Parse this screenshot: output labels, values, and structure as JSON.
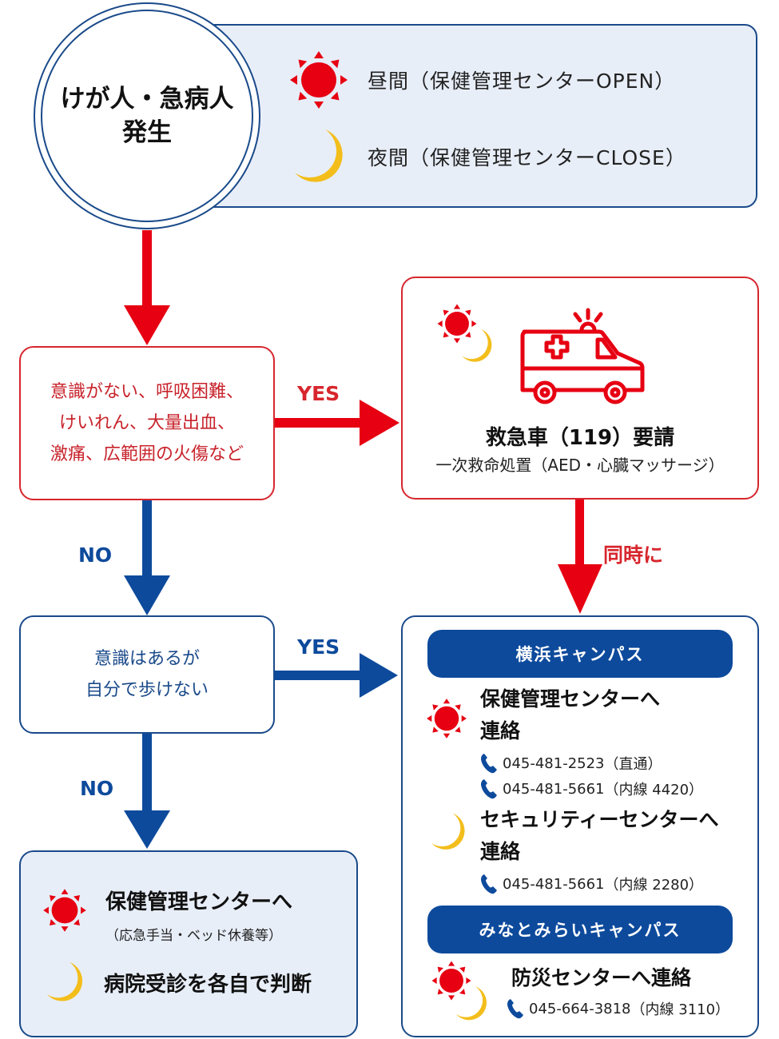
{
  "colors": {
    "red": "#d7262d",
    "blue": "#0d4a9c",
    "navy_border": "#1a4a8a",
    "light_blue_fill": "#e8eef8",
    "sun": "#e60012",
    "moon": "#f3be1c"
  },
  "start": {
    "line1": "けが人・急病人",
    "line2": "発生"
  },
  "legend": {
    "day": {
      "icon": "sun-icon",
      "label": "昼間（保健管理センターOPEN）"
    },
    "night": {
      "icon": "moon-icon",
      "label": "夜間（保健管理センターCLOSE）"
    }
  },
  "question1": {
    "lines": [
      "意識がない、呼吸困難、",
      "けいれん、大量出血、",
      "激痛、広範囲の火傷など"
    ],
    "yes_label": "YES",
    "no_label": "NO"
  },
  "ambulance": {
    "icons": [
      "sun-icon",
      "moon-icon",
      "ambulance-icon"
    ],
    "title": "救急車（119）要請",
    "subtitle": "一次救命処置（AED・心臓マッサージ）",
    "simultaneous_label": "同時に"
  },
  "question2": {
    "lines": [
      "意識はあるが",
      "自分で歩けない"
    ],
    "yes_label": "YES",
    "no_label": "NO"
  },
  "contacts": {
    "yokohama": {
      "campus": "横浜キャンパス",
      "day": {
        "title_line1": "保健管理センターへ",
        "title_line2": "連絡",
        "phones": [
          {
            "number": "045-481-2523",
            "note": "（直通）"
          },
          {
            "number": "045-481-5661",
            "note": "（内線 4420）"
          }
        ]
      },
      "night": {
        "title_line1": "セキュリティーセンターへ",
        "title_line2": "連絡",
        "phones": [
          {
            "number": "045-481-5661",
            "note": "（内線 2280）"
          }
        ]
      }
    },
    "minatomirai": {
      "campus": "みなとみらいキャンパス",
      "title": "防災センターへ連絡",
      "phones": [
        {
          "number": "045-664-3818",
          "note": "（内線 3110）"
        }
      ]
    }
  },
  "self_care": {
    "day_title": "保健管理センターへ",
    "day_sub": "（応急手当・ベッド休養等）",
    "night_title": "病院受診を各自で判断"
  }
}
